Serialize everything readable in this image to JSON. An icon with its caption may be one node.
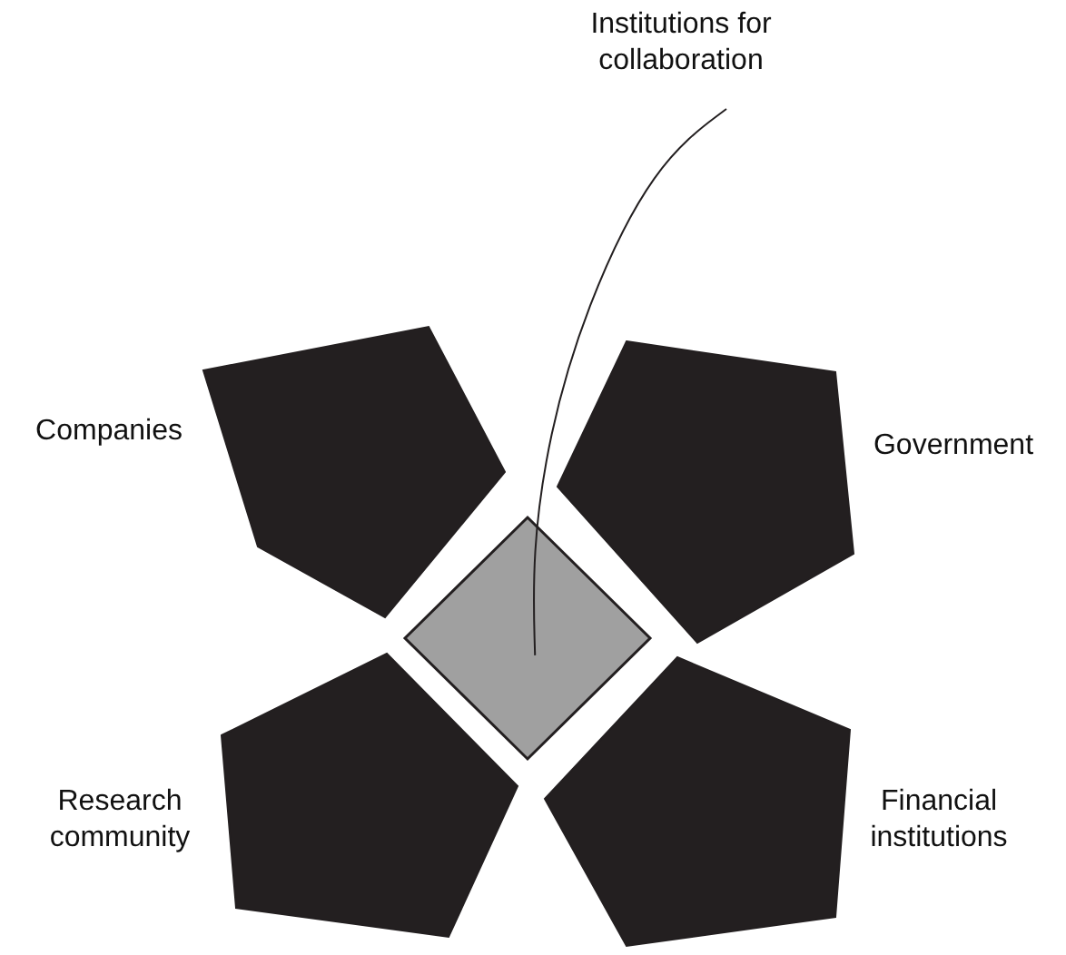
{
  "diagram": {
    "nodes": [
      {
        "text": [
          "Institutions for collaboration"
        ]
      },
      {
        "text": [
          "Companies"
        ]
      },
      {
        "text": [
          "Government"
        ]
      },
      {
        "text": [],
        "shape": "diamond"
      },
      {
        "text": [
          "Research community"
        ]
      },
      {
        "text": [
          "Financial institutions"
        ]
      }
    ],
    "edges": [
      {
        "from": 0,
        "to": 3,
        "arrow": "none"
      }
    ]
  }
}
